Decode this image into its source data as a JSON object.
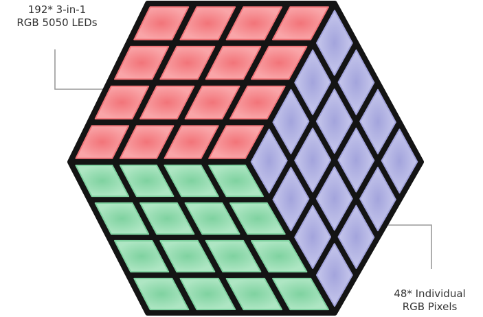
{
  "annotations": {
    "leds": {
      "line1": "192* 3-in-1",
      "line2": "RGB 5050 LEDs"
    },
    "pixels": {
      "line1": "48* Individual",
      "line2": "RGB Pixels"
    }
  },
  "cube": {
    "grid": 4,
    "faces": [
      {
        "id": "top",
        "color": "#f27479",
        "edge_color": "#f9a5a8"
      },
      {
        "id": "left",
        "color": "#7fd2a0",
        "edge_color": "#aee6c3"
      },
      {
        "id": "right",
        "color": "#a3a4dc",
        "edge_color": "#c6c7ec"
      }
    ],
    "frame_color": "#141414",
    "leader_color": "#999999"
  }
}
